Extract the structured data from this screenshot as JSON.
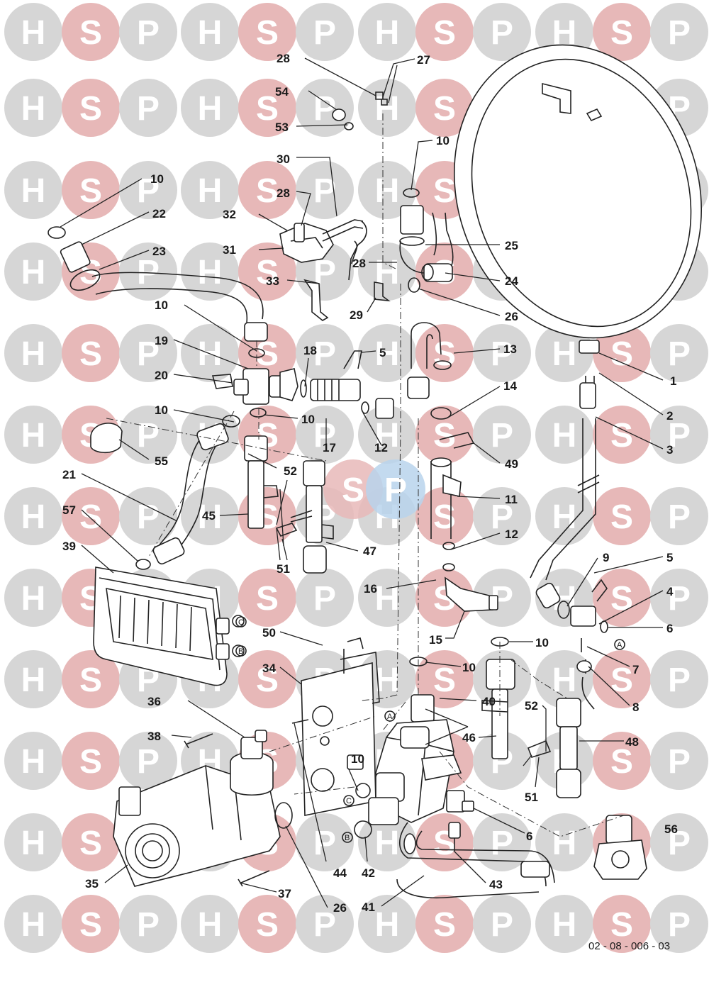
{
  "watermark": {
    "letters": [
      "H",
      "S",
      "P"
    ],
    "colors": {
      "H": "#d6d6d6",
      "S": "#e7b8b8",
      "P": "#d6d6d6"
    },
    "center_badge": {
      "left": "S",
      "right": "P",
      "left_color": "#e8b8b8",
      "right_color": "#b9d4ec"
    }
  },
  "diagram": {
    "reference": "02 - 08 - 006 - 03",
    "labels": [
      "1",
      "2",
      "3",
      "4",
      "5",
      "6",
      "7",
      "8",
      "9",
      "10",
      "11",
      "12",
      "13",
      "14",
      "15",
      "16",
      "17",
      "18",
      "19",
      "20",
      "21",
      "22",
      "23",
      "24",
      "25",
      "26",
      "27",
      "28",
      "29",
      "30",
      "31",
      "32",
      "33",
      "34",
      "35",
      "36",
      "37",
      "38",
      "39",
      "40",
      "41",
      "42",
      "43",
      "44",
      "45",
      "46",
      "47",
      "48",
      "49",
      "50",
      "51",
      "52",
      "53",
      "54",
      "55",
      "56",
      "57"
    ],
    "connection_markers": [
      "A",
      "B",
      "C"
    ]
  }
}
